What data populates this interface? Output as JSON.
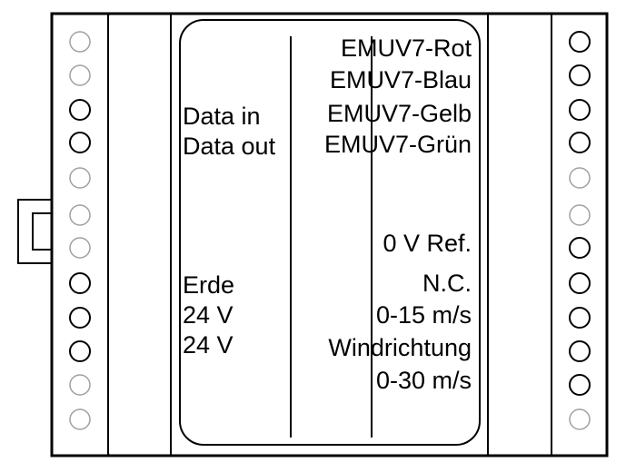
{
  "colors": {
    "line": "#000000",
    "terminal_active": "#000000",
    "terminal_inactive": "#a0a0a0",
    "background": "#ffffff"
  },
  "left_labels": [
    "Data in",
    "Data out",
    "Erde",
    "24 V",
    "24 V"
  ],
  "right_labels": [
    "EMUV7-Rot",
    "EMUV7-Blau",
    "EMUV7-Gelb",
    "EMUV7-Grün",
    "0 V Ref.",
    "N.C.",
    "0-15 m/s",
    "Windrichtung",
    "0-30 m/s"
  ],
  "terminals": {
    "left_active": [
      false,
      false,
      true,
      true,
      false,
      false,
      false,
      true,
      true,
      true,
      false,
      false
    ],
    "right_active": [
      true,
      true,
      true,
      true,
      false,
      false,
      true,
      true,
      true,
      true,
      true,
      false
    ]
  }
}
